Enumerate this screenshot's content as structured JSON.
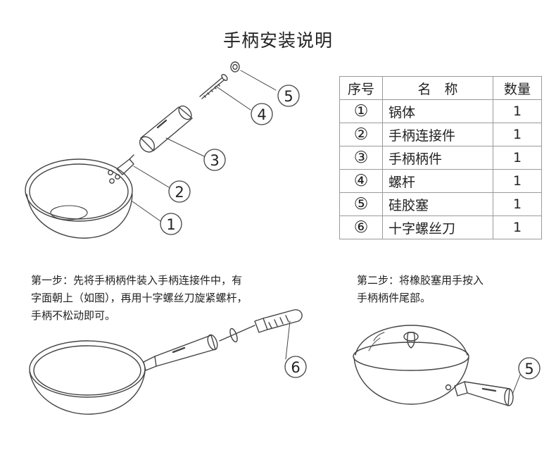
{
  "title": "手柄安装说明",
  "table": {
    "headers": [
      "序号",
      "名　称",
      "数量"
    ],
    "rows": [
      {
        "num": "①",
        "name": "锅体",
        "qty": "1"
      },
      {
        "num": "②",
        "name": "手柄连接件",
        "qty": "1"
      },
      {
        "num": "③",
        "name": "手柄柄件",
        "qty": "1"
      },
      {
        "num": "④",
        "name": "螺杆",
        "qty": "1"
      },
      {
        "num": "⑤",
        "name": "硅胶塞",
        "qty": "1"
      },
      {
        "num": "⑥",
        "name": "十字螺丝刀",
        "qty": "1"
      }
    ]
  },
  "step1": {
    "lines": [
      "第一步：先将手柄柄件装入手柄连接件中，有",
      "字面朝上（如图），再用十字螺丝刀旋紧螺杆，",
      "手柄不松动即可。"
    ]
  },
  "step2": {
    "lines": [
      "第二步：将橡胶塞用手按入",
      "手柄柄件尾部。"
    ]
  },
  "callouts": {
    "c1": "1",
    "c2": "2",
    "c3": "3",
    "c4": "4",
    "c5": "5",
    "c6": "6",
    "c5b": "5"
  },
  "colors": {
    "line": "#444444",
    "table_border": "#9a9a9a"
  }
}
